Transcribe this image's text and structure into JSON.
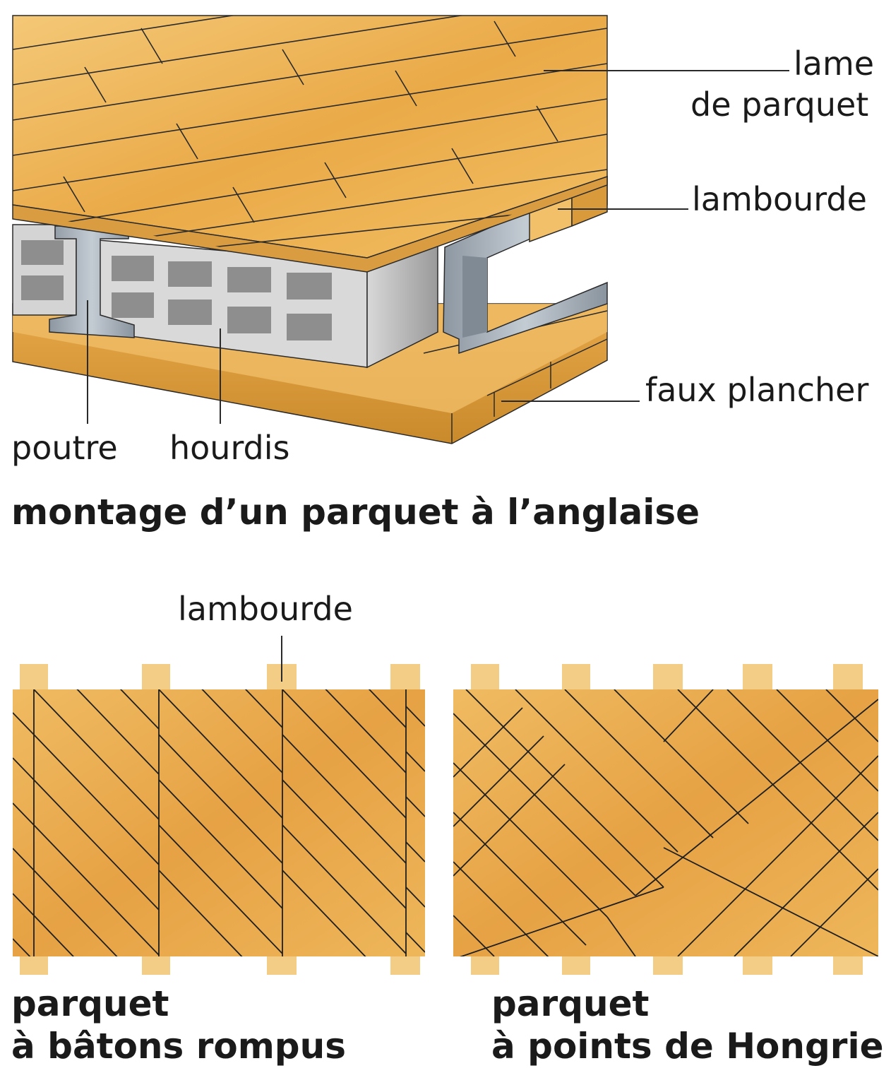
{
  "colors": {
    "wood_light": "#f2c26b",
    "wood_mid": "#e8a746",
    "wood_dark": "#c98a2c",
    "concrete": "#c9c9c9",
    "steel": "#a9b3bd",
    "line": "#2a2a2a"
  },
  "top_diagram": {
    "labels": {
      "lame_line1": "lame",
      "lame_line2": "de parquet",
      "lambourde": "lambourde",
      "faux_plancher": "faux plancher",
      "poutre": "poutre",
      "hourdis": "hourdis"
    },
    "caption": "montage d’un parquet à l’anglaise"
  },
  "bottom_diagrams": {
    "lambourde_label": "lambourde",
    "batons": {
      "caption_line1": "parquet",
      "caption_line2": "à bâtons rompus"
    },
    "hongrie": {
      "caption_line1": "parquet",
      "caption_line2": "à points de Hongrie"
    }
  }
}
